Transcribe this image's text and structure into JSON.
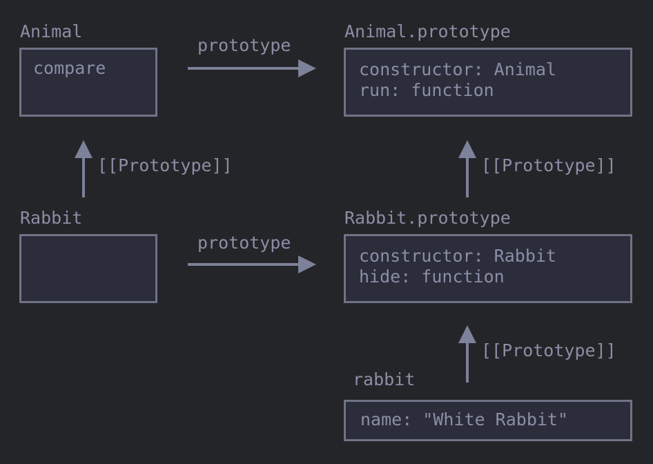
{
  "nodes": {
    "animal": {
      "title": "Animal",
      "lines": [
        "compare"
      ]
    },
    "animal_prototype": {
      "title": "Animal.prototype",
      "lines": [
        "constructor: Animal",
        "run: function"
      ]
    },
    "rabbit": {
      "title": "Rabbit",
      "lines": []
    },
    "rabbit_prototype": {
      "title": "Rabbit.prototype",
      "lines": [
        "constructor: Rabbit",
        "hide: function"
      ]
    },
    "rabbit_instance": {
      "title": "rabbit",
      "lines": [
        "name: \"White Rabbit\""
      ]
    }
  },
  "edges": {
    "animal_to_animal_prototype": "prototype",
    "rabbit_to_rabbit_prototype": "prototype",
    "rabbit_to_animal": "[[Prototype]]",
    "rabbit_prototype_to_animal_prototype": "[[Prototype]]",
    "rabbit_instance_to_rabbit_prototype": "[[Prototype]]"
  },
  "colors": {
    "background": "#242528",
    "box_fill": "#2b2d3a",
    "box_border": "#6f7387",
    "text": "#8b8ea6",
    "arrow": "#7d8199"
  }
}
